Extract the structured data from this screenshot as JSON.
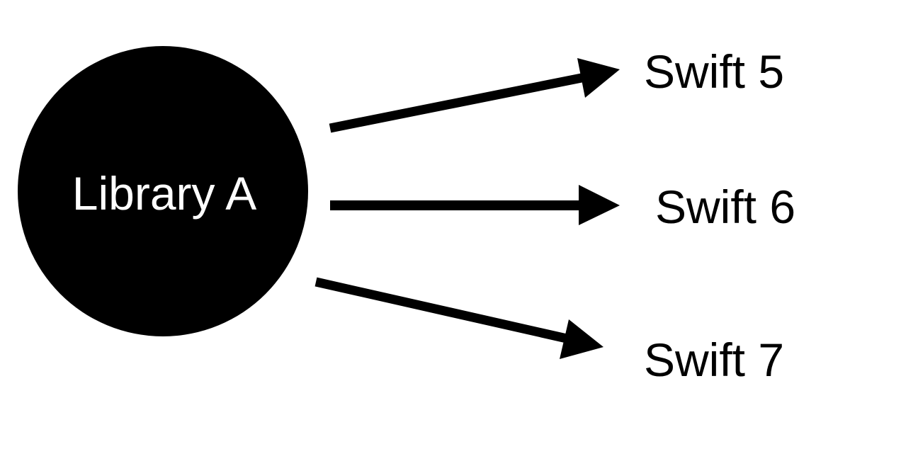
{
  "source": {
    "label": "Library A",
    "fill": "#000000",
    "text_color": "#ffffff"
  },
  "targets": [
    {
      "label": "Swift 5"
    },
    {
      "label": "Swift 6"
    },
    {
      "label": "Swift 7"
    }
  ],
  "colors": {
    "arrow": "#000000",
    "text": "#000000",
    "background": "#ffffff"
  }
}
